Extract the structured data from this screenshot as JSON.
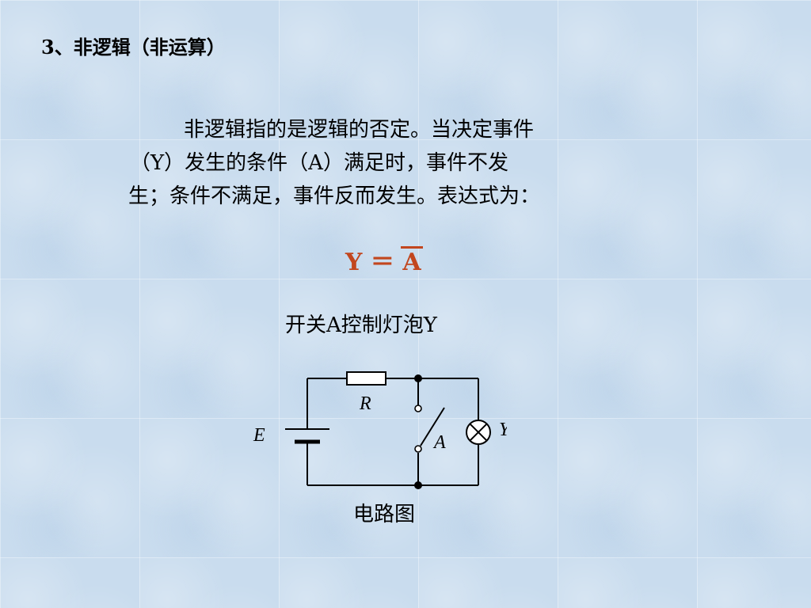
{
  "slide": {
    "title": "3、非逻辑（非运算）",
    "paragraph_lines": [
      "非逻辑指的是逻辑的否定。当决定事件",
      "（Y）发生的条件（A）满足时，事件不发",
      "生；条件不满足，事件反而发生。表达式为："
    ],
    "formula": {
      "lhs": "Y",
      "eq": "＝",
      "rhs": "A"
    },
    "circuit_title": "开关A控制灯泡Y",
    "circuit_labels": {
      "resistor": "R",
      "source": "E",
      "switch": "A",
      "lamp": "Y"
    },
    "circuit_caption": "电路图"
  },
  "colors": {
    "formula": "#c2461e",
    "background": "#c9dcee"
  }
}
